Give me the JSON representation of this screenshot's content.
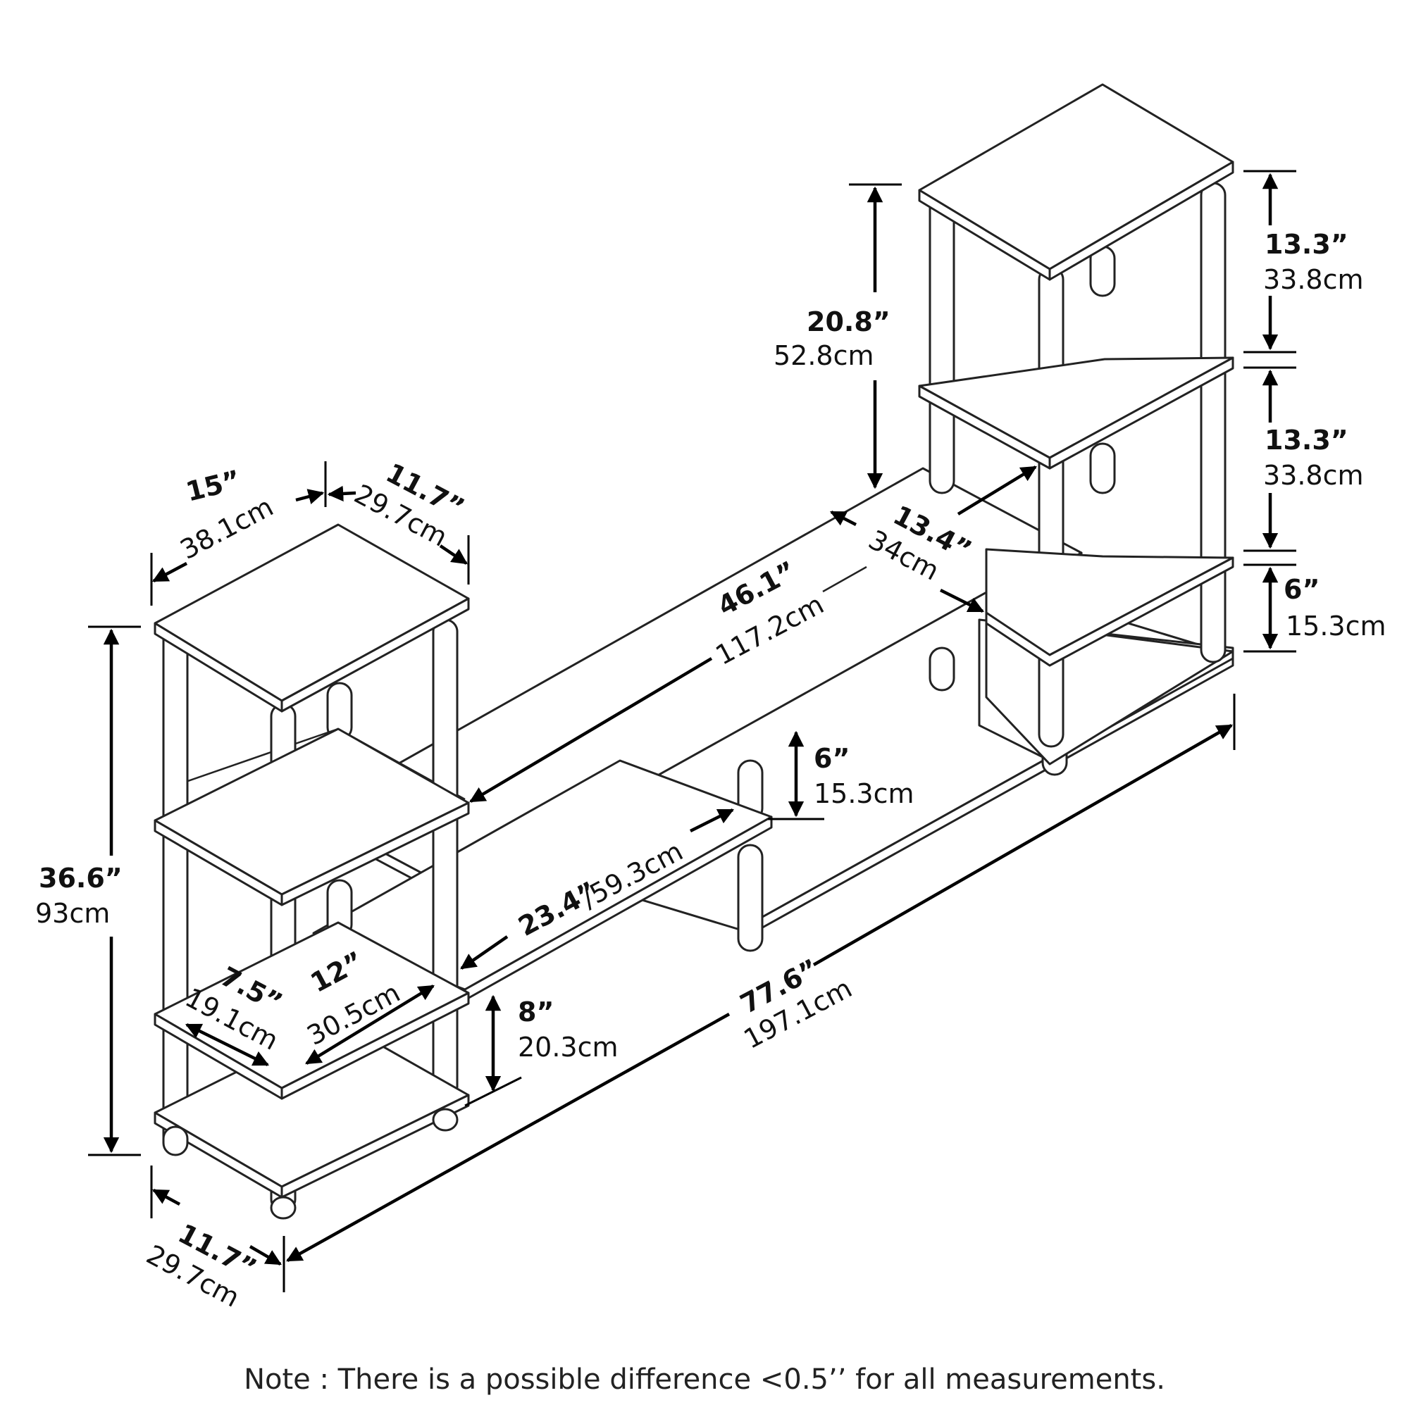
{
  "dimensions": {
    "left_top_depth": {
      "in": "15”",
      "cm": "38.1cm"
    },
    "left_top_width": {
      "in": "11.7”",
      "cm": "29.7cm"
    },
    "overall_height": {
      "in": "36.6”",
      "cm": "93cm"
    },
    "left_inner_depth": {
      "in": "7.5”",
      "cm": "19.1cm"
    },
    "left_shelf_width": {
      "in": "12”",
      "cm": "30.5cm"
    },
    "bottom_clearance": {
      "in": "8”",
      "cm": "20.3cm"
    },
    "bottom_depth": {
      "in": "11.7”",
      "cm": "29.7cm"
    },
    "overall_width": {
      "in": "77.6”",
      "cm": "197.1cm"
    },
    "middle_length": {
      "in": "46.1”",
      "cm": "117.2cm"
    },
    "lower_shelf_length": {
      "in": "23.4”",
      "cm": "/59.3cm"
    },
    "mid_gap": {
      "in": "6”",
      "cm": "15.3cm"
    },
    "right_top_depth": {
      "in": "13.4”",
      "cm": "34cm"
    },
    "right_tower_height": {
      "in": "20.8”",
      "cm": "52.8cm"
    },
    "right_tier_top": {
      "in": "13.3”",
      "cm": "33.8cm"
    },
    "right_tier_mid": {
      "in": "13.3”",
      "cm": "33.8cm"
    },
    "right_bottom_gap": {
      "in": "6”",
      "cm": "15.3cm"
    }
  },
  "note": "Note : There is a possible difference <0.5’’ for all measurements."
}
